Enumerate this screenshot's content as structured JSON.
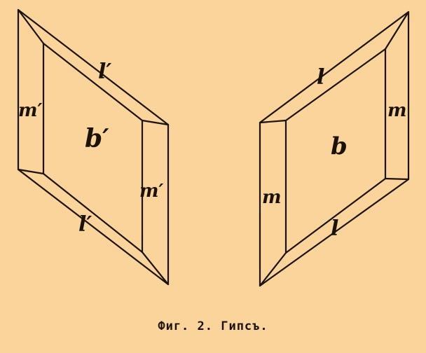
{
  "figure": {
    "left_crystal": {
      "face_labels": {
        "top_edge": "l′",
        "left_side": "m′",
        "center": "b′",
        "right_side": "m′",
        "bottom_edge": "l′"
      }
    },
    "right_crystal": {
      "face_labels": {
        "top_edge": "l",
        "right_side": "m",
        "center": "b",
        "left_side": "m",
        "bottom_edge": "l"
      }
    },
    "caption": "Фиг. 2. Гипсъ."
  },
  "colors": {
    "paper": "#fbd49c",
    "ink": "#1a1208"
  }
}
